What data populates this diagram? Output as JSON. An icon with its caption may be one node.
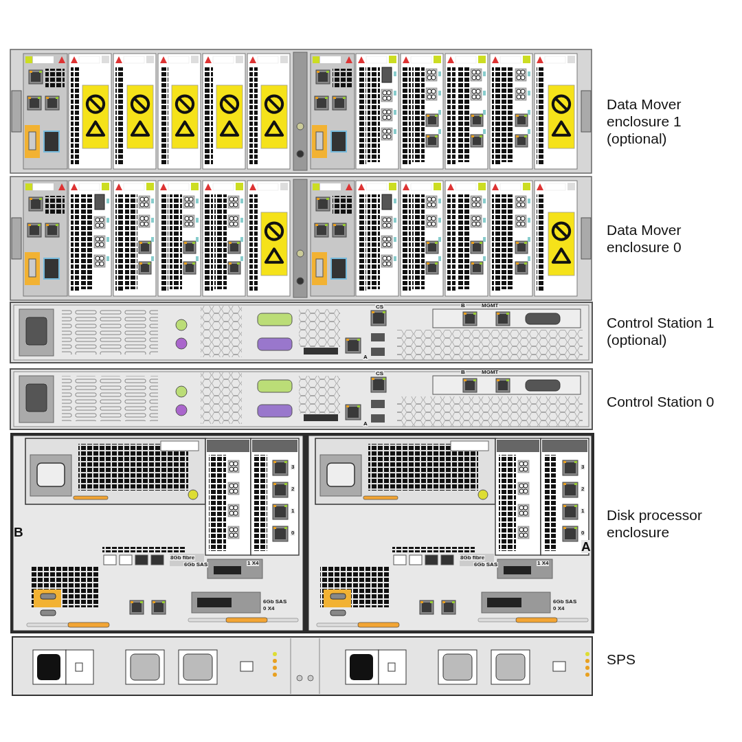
{
  "diagram": {
    "labels": [
      "Data Mover enclosure 1 (optional)",
      "Data Mover enclosure 0",
      "CS",
      "B",
      "MGMT",
      "A",
      "Control Station 1 (optional)",
      "CS",
      "B",
      "MGMT",
      "A",
      "Control Station 0",
      "B",
      "3",
      "2",
      "1",
      "0",
      "8Gb fibre",
      "6Gb SAS",
      "1 X4",
      "6Gb SAS",
      "0 X4",
      "3",
      "2",
      "1",
      "0",
      "8Gb fibre",
      "6Gb SAS",
      "1 X4",
      "6Gb SAS",
      "0 X4",
      "A",
      "Disk processor enclosure",
      "SPS"
    ]
  }
}
